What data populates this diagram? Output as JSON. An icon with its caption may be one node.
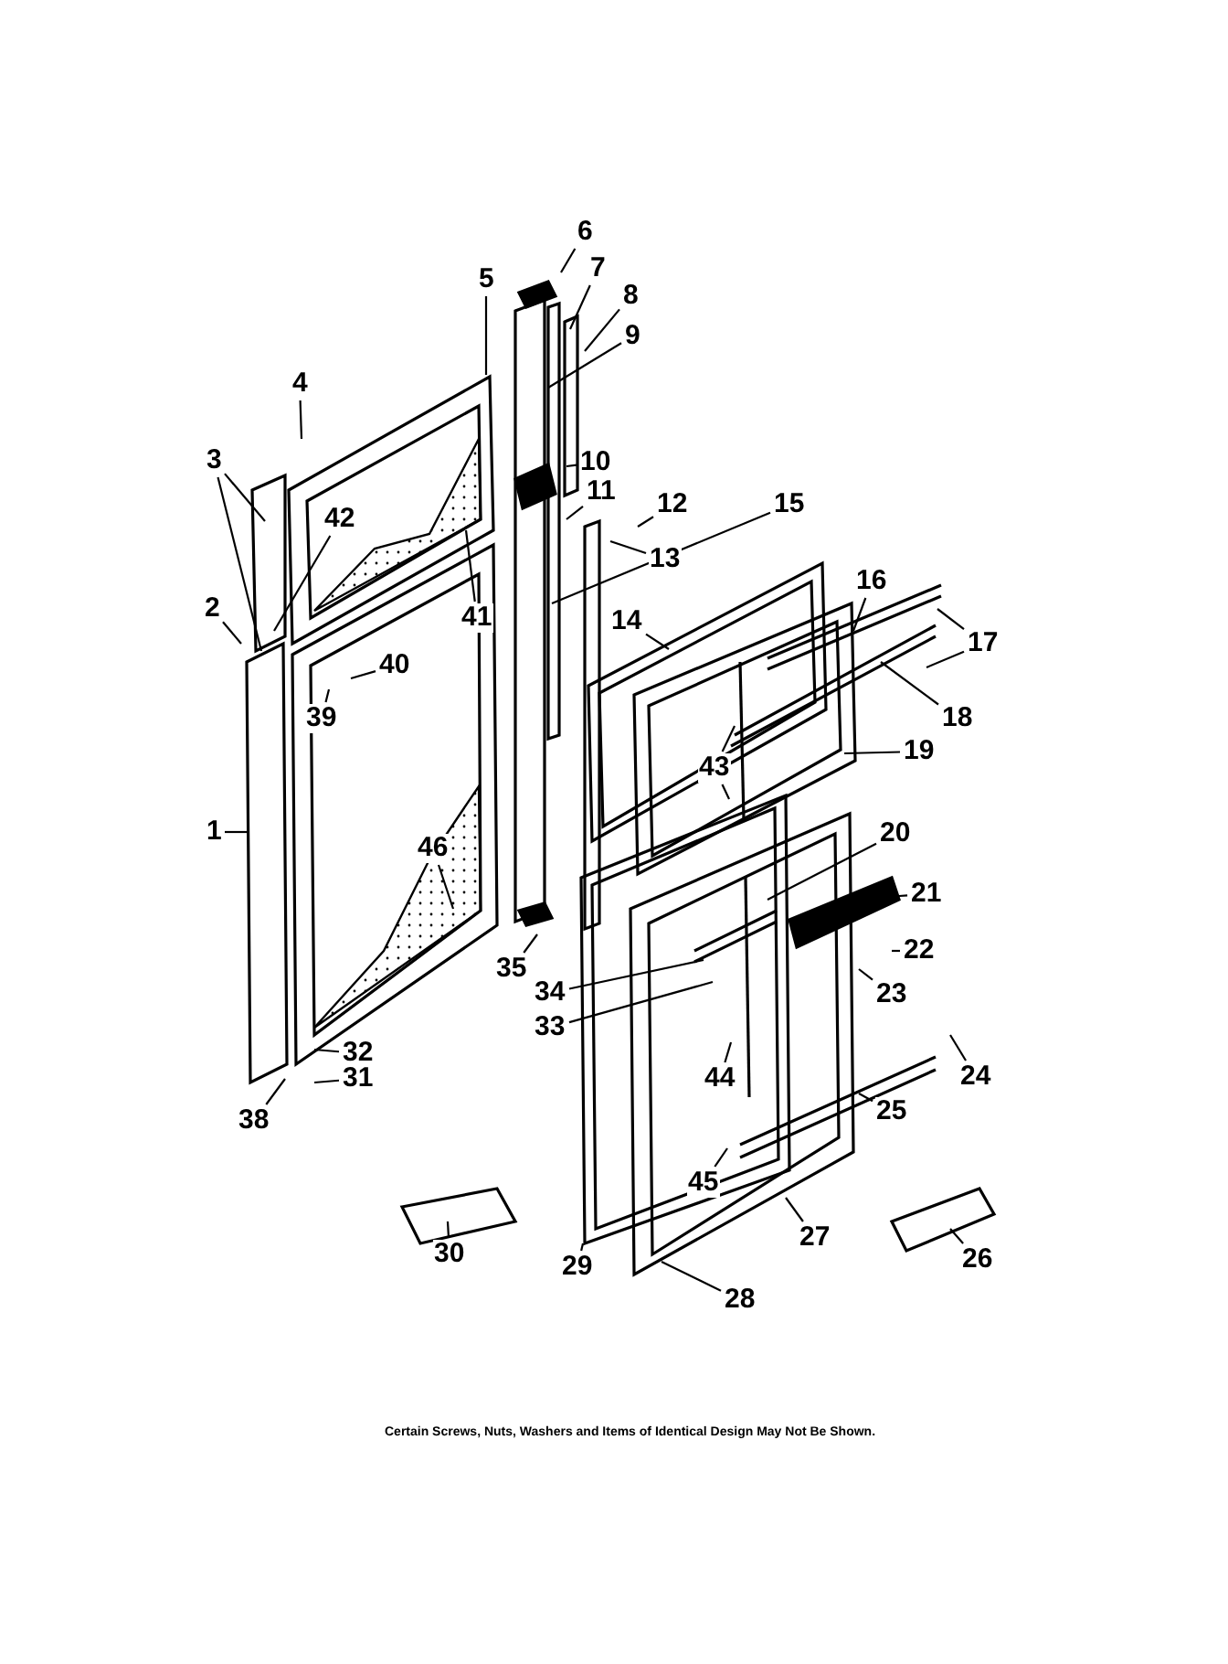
{
  "diagram": {
    "nodes": [
      {
        "text": [
          "5"
        ]
      },
      {
        "text": [
          "6"
        ]
      },
      {
        "text": [
          "7"
        ]
      },
      {
        "text": [
          "8"
        ]
      },
      {
        "text": [
          "9"
        ]
      },
      {
        "text": [
          "4"
        ]
      },
      {
        "text": [
          "3"
        ]
      },
      {
        "text": [
          "10"
        ]
      },
      {
        "text": [
          "11"
        ]
      },
      {
        "text": [
          "12"
        ]
      },
      {
        "text": [
          "15"
        ]
      },
      {
        "text": [
          "13"
        ]
      },
      {
        "text": [
          "42"
        ]
      },
      {
        "text": [
          "41"
        ]
      },
      {
        "text": [
          "2"
        ]
      },
      {
        "text": [
          "14"
        ]
      },
      {
        "text": [
          "16"
        ]
      },
      {
        "text": [
          "17"
        ]
      },
      {
        "text": [
          "40"
        ]
      },
      {
        "text": [
          "39"
        ]
      },
      {
        "text": [
          "18"
        ]
      },
      {
        "text": [
          "19"
        ]
      },
      {
        "text": [
          "43"
        ]
      },
      {
        "text": [
          "1"
        ]
      },
      {
        "text": [
          "46"
        ]
      },
      {
        "text": [
          "20"
        ]
      },
      {
        "text": [
          "21"
        ]
      },
      {
        "text": [
          "22"
        ]
      },
      {
        "text": [
          "35"
        ]
      },
      {
        "text": [
          "34"
        ]
      },
      {
        "text": [
          "23"
        ]
      },
      {
        "text": [
          "33"
        ]
      },
      {
        "text": [
          "32"
        ]
      },
      {
        "text": [
          "44"
        ]
      },
      {
        "text": [
          "24"
        ]
      },
      {
        "text": [
          "31"
        ]
      },
      {
        "text": [
          "25"
        ]
      },
      {
        "text": [
          "38"
        ]
      },
      {
        "text": [
          "45"
        ]
      },
      {
        "text": [
          "27"
        ]
      },
      {
        "text": [
          "30"
        ]
      },
      {
        "text": [
          "26"
        ]
      },
      {
        "text": [
          "29"
        ]
      },
      {
        "text": [
          "28"
        ]
      }
    ],
    "edges": [
      {
        "from": 0,
        "to": null,
        "arrow": "none"
      },
      {
        "from": 1,
        "to": null,
        "arrow": "none"
      },
      {
        "from": 2,
        "to": null,
        "arrow": "none"
      },
      {
        "from": 3,
        "to": null,
        "arrow": "none"
      },
      {
        "from": 4,
        "to": null,
        "arrow": "none"
      },
      {
        "from": 5,
        "to": null,
        "arrow": "none"
      },
      {
        "from": 6,
        "to": null,
        "arrow": "none"
      },
      {
        "from": 6,
        "to": null,
        "arrow": "none"
      },
      {
        "from": 7,
        "to": null,
        "arrow": "none"
      },
      {
        "from": 8,
        "to": null,
        "arrow": "none"
      },
      {
        "from": 9,
        "to": null,
        "arrow": "none"
      },
      {
        "from": 10,
        "to": null,
        "arrow": "none"
      },
      {
        "from": 11,
        "to": null,
        "arrow": "none"
      },
      {
        "from": 12,
        "to": null,
        "arrow": "none"
      },
      {
        "from": 13,
        "to": null,
        "arrow": "none"
      },
      {
        "from": 14,
        "to": null,
        "arrow": "none"
      },
      {
        "from": 15,
        "to": null,
        "arrow": "none"
      },
      {
        "from": 16,
        "to": null,
        "arrow": "none"
      },
      {
        "from": 17,
        "to": null,
        "arrow": "none"
      },
      {
        "from": 17,
        "to": null,
        "arrow": "none"
      },
      {
        "from": 18,
        "to": null,
        "arrow": "none"
      },
      {
        "from": 19,
        "to": null,
        "arrow": "none"
      },
      {
        "from": 20,
        "to": null,
        "arrow": "none"
      },
      {
        "from": 21,
        "to": null,
        "arrow": "none"
      },
      {
        "from": 22,
        "to": null,
        "arrow": "none"
      },
      {
        "from": 22,
        "to": null,
        "arrow": "none"
      },
      {
        "from": 23,
        "to": null,
        "arrow": "none"
      },
      {
        "from": 24,
        "to": null,
        "arrow": "none"
      },
      {
        "from": 25,
        "to": null,
        "arrow": "none"
      },
      {
        "from": 26,
        "to": null,
        "arrow": "none"
      },
      {
        "from": 27,
        "to": null,
        "arrow": "none"
      },
      {
        "from": 28,
        "to": null,
        "arrow": "none"
      },
      {
        "from": 29,
        "to": null,
        "arrow": "none"
      },
      {
        "from": 30,
        "to": null,
        "arrow": "none"
      },
      {
        "from": 31,
        "to": null,
        "arrow": "none"
      },
      {
        "from": 32,
        "to": null,
        "arrow": "none"
      },
      {
        "from": 33,
        "to": null,
        "arrow": "none"
      },
      {
        "from": 34,
        "to": null,
        "arrow": "none"
      },
      {
        "from": 35,
        "to": null,
        "arrow": "none"
      },
      {
        "from": 36,
        "to": null,
        "arrow": "none"
      },
      {
        "from": 37,
        "to": null,
        "arrow": "none"
      },
      {
        "from": 38,
        "to": null,
        "arrow": "none"
      },
      {
        "from": 39,
        "to": null,
        "arrow": "none"
      },
      {
        "from": 40,
        "to": null,
        "arrow": "none"
      },
      {
        "from": 41,
        "to": null,
        "arrow": "none"
      },
      {
        "from": 42,
        "to": null,
        "arrow": "none"
      },
      {
        "from": 43,
        "to": null,
        "arrow": "none"
      }
    ],
    "labels": [
      "Certain Screws, Nuts, Washers and Items of Identical Design May Not Be Shown."
    ]
  }
}
